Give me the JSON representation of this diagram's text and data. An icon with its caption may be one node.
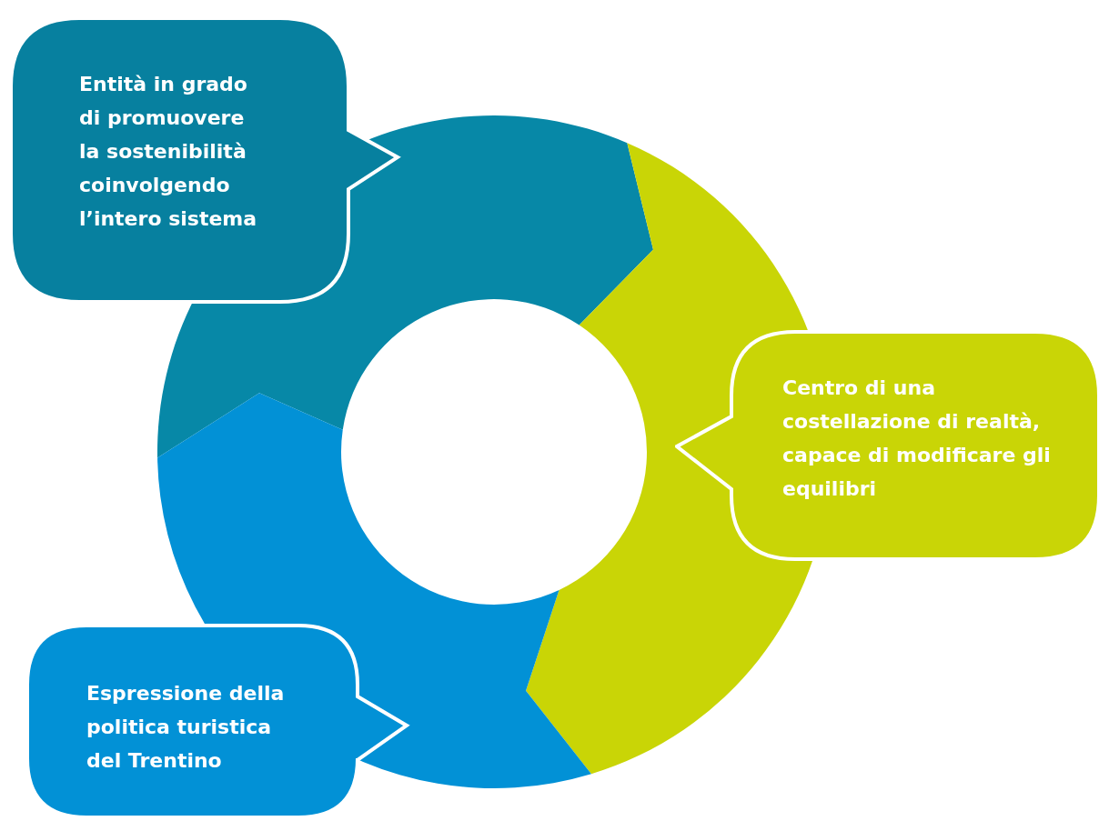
{
  "diagram": {
    "nodes": [
      {
        "text": [
          "Entità in grado di promuovere la sostenibilità coinvolgendo l’intero sistema"
        ]
      },
      {
        "text": [
          "Centro di una costellazione di realtà, capace di modificare gli equilibri"
        ]
      },
      {
        "text": [
          "Espressione della politica turistica del Trentino"
        ]
      }
    ]
  }
}
